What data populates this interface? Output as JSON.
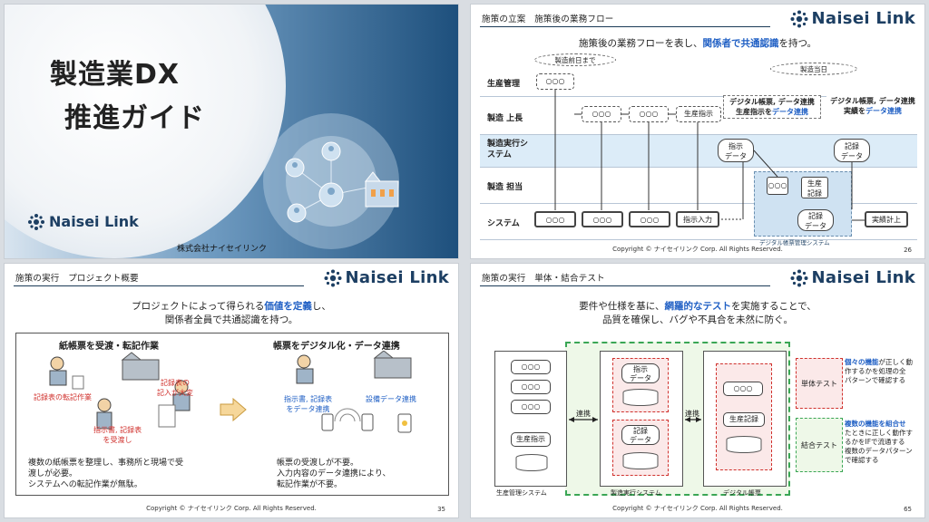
{
  "brand": {
    "name": "Naisei Link"
  },
  "copyright": "Copyright © ナイセイリンク Corp. All Rights Reserved.",
  "slide1": {
    "title_line1": "製造業DX",
    "title_line2": "推進ガイド",
    "company": "株式会社ナイセイリンク"
  },
  "slide2": {
    "section_title": "施策の立案　施策後の業務フロー",
    "lead_pre": "施策後の業務フローを表し、",
    "lead_em": "関係者で共通認識",
    "lead_post": "を持つ。",
    "lanes": [
      "生産管理",
      "製造 上長",
      "製造実行システム",
      "製造 担当",
      "システム"
    ],
    "before_day": "製造前日まで",
    "day_of": "製造当日",
    "placeholder": "○○○",
    "production_instruction": "生産指示",
    "note1_l1": "デジタル帳票, データ連携",
    "note1_l2a": "生産指示を",
    "note1_l2b": "データ連携",
    "note2_l1": "デジタル帳票, データ連携",
    "note2_l2a": "実績を",
    "note2_l2b": "データ連携",
    "instruction_data": [
      "指示",
      "データ"
    ],
    "record_data": [
      "記録",
      "データ"
    ],
    "production_record": [
      "生産",
      "記録"
    ],
    "instruction_input": "指示入力",
    "actual_entry": "実績計上",
    "digital_system": "デジタル帳票管理システム",
    "page": "26"
  },
  "slide3": {
    "section_title": "施策の実行　プロジェクト概要",
    "lead_l1_pre": "プロジェクトによって得られる",
    "lead_l1_em": "価値を定義",
    "lead_l1_post": "し、",
    "lead_l2": "関係者全員で共通認識を持つ。",
    "left_heading": "紙帳票を受渡・転記作業",
    "right_heading": "帳票をデジタル化・データ連携",
    "red1": "記録表の転記作業",
    "red2": [
      "記録表の",
      "記入が大変"
    ],
    "red3": [
      "指示書, 記録表",
      "を受渡し"
    ],
    "blue1": [
      "指示書, 記録表",
      "をデータ連携"
    ],
    "blue2": "設備データ連携",
    "left_body": [
      "複数の紙帳票を整理し、事務所と現場で受",
      "渡しが必要。",
      "システムへの転記作業が無駄。"
    ],
    "right_body": [
      "帳票の受渡しが不要。",
      "入力内容のデータ連携により、",
      "転記作業が不要。"
    ],
    "page": "35"
  },
  "slide4": {
    "section_title": "施策の実行　単体・結合テスト",
    "lead_l1_pre": "要件や仕様を基に、",
    "lead_l1_em": "網羅的なテスト",
    "lead_l1_post": "を実施することで、",
    "lead_l2": "品質を確保し、バグや不具合を未然に防ぐ。",
    "placeholder": "○○○",
    "production_instruction": "生産指示",
    "instruction_data": [
      "指示",
      "データ"
    ],
    "record_data": [
      "記録",
      "データ"
    ],
    "production_record": "生産記録",
    "link": "連携",
    "systems": [
      "生産管理システム",
      "製造実行システム",
      "デジタル帳票"
    ],
    "unit_test": "単体テスト",
    "unit_desc_em": "個々の機能",
    "unit_desc": [
      "が正しく動",
      "作するかを処理の全",
      "パターンで確認する"
    ],
    "integ_test": "結合テスト",
    "integ_desc_em": "複数の機能を組合せ",
    "integ_desc": [
      "たときに正しく動作す",
      "るかをIFで流通する",
      "複数のデータパターン",
      "で確認する"
    ],
    "page": "65"
  },
  "colors": {
    "navy": "#1d3f63",
    "accent_blue": "#1f5fc4",
    "red": "#d0312d",
    "green": "#3aa655"
  }
}
